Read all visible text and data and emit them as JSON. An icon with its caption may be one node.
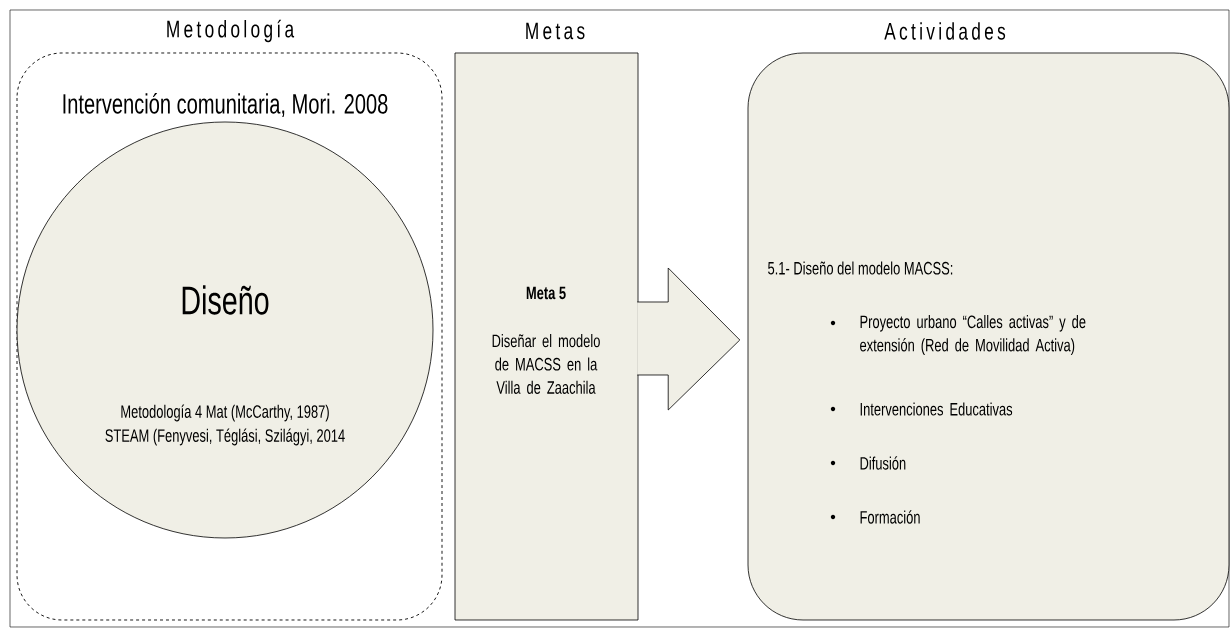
{
  "diagram": {
    "nodes": [
      {
        "text": [
          "Intervención comunitaria, Mori.  2008"
        ]
      },
      {
        "text": [
          "Diseño",
          "Metodología 4 Mat (McCarthy, 1987)",
          "STEAM (Fenyvesi, Téglási, Szilágyi, 2014"
        ],
        "in": 0
      },
      {
        "text": [
          "Meta 5",
          "Diseñar el modelo de MACSS en la Villa de Zaachila"
        ]
      },
      {
        "text": [
          "5.1- Diseño del modelo MACSS:",
          "Proyecto urbano “Calles activas” y de extensión (Red de Movilidad Activa)",
          "Intervenciones Educativas",
          "Difusión",
          "Formación"
        ]
      }
    ],
    "edges": [
      {
        "from": 2,
        "to": 3,
        "arrow": "to"
      }
    ],
    "labels": [
      "Metodología",
      "Metas",
      "Actividades"
    ]
  }
}
